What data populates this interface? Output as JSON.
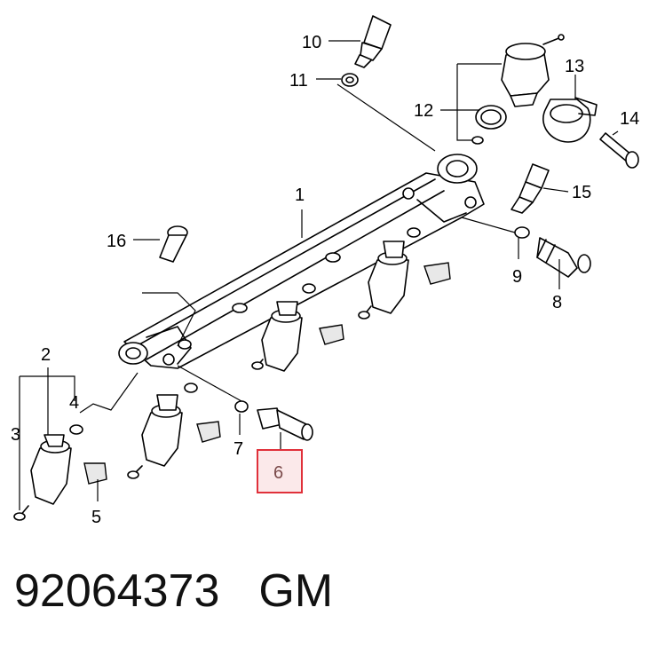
{
  "diagram": {
    "callouts": [
      {
        "id": "1",
        "text": "1"
      },
      {
        "id": "2",
        "text": "2"
      },
      {
        "id": "3",
        "text": "3"
      },
      {
        "id": "4",
        "text": "4"
      },
      {
        "id": "5",
        "text": "5"
      },
      {
        "id": "6",
        "text": "6"
      },
      {
        "id": "7",
        "text": "7"
      },
      {
        "id": "8",
        "text": "8"
      },
      {
        "id": "9",
        "text": "9"
      },
      {
        "id": "10",
        "text": "10"
      },
      {
        "id": "11",
        "text": "11"
      },
      {
        "id": "12",
        "text": "12"
      },
      {
        "id": "13",
        "text": "13"
      },
      {
        "id": "14",
        "text": "14"
      },
      {
        "id": "15",
        "text": "15"
      },
      {
        "id": "16",
        "text": "16"
      }
    ],
    "highlighted_callout": "6",
    "highlight_color": "#e0303a",
    "highlight_fill": "#fbe9ea"
  },
  "footer": {
    "part_number": "92064373",
    "brand": "GM"
  }
}
